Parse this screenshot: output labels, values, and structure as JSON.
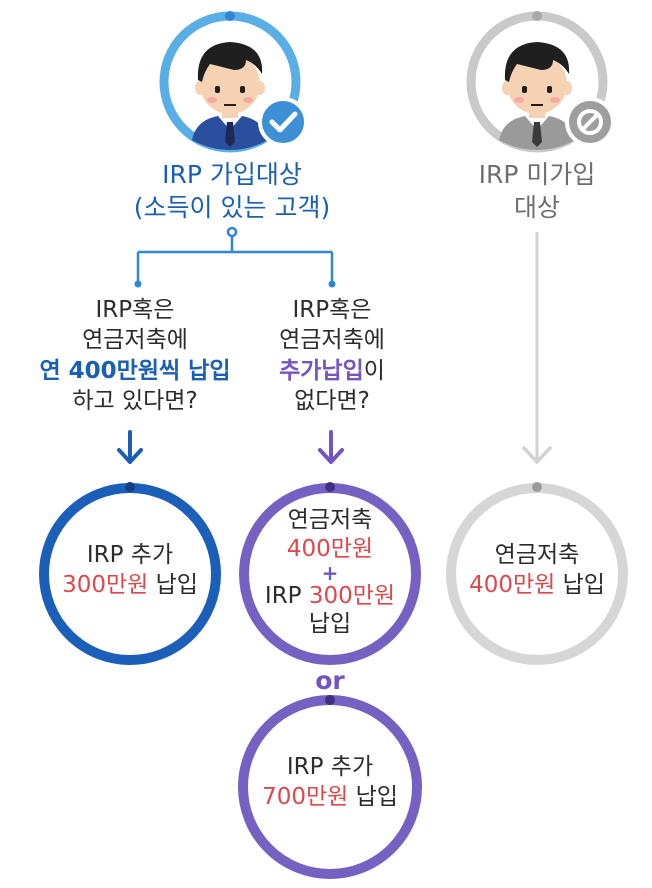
{
  "colors": {
    "blue": "#1a5fb4",
    "light_blue": "#5aaee6",
    "purple": "#7455c0",
    "gray": "#c9c9c9",
    "red": "#e0474c"
  },
  "eligible": {
    "title_line1": "IRP 가입대상",
    "title_line2": "(소득이 있는 고객)",
    "badge_icon": "check-icon"
  },
  "ineligible": {
    "title_line1": "IRP 미가입",
    "title_line2": "대상",
    "badge_icon": "prohibited-icon"
  },
  "branch_left": {
    "line1": "IRP혹은",
    "line2": "연금저축에",
    "line3": "연 400만원씩 납입",
    "line4": "하고 있다면?"
  },
  "branch_middle": {
    "line1": "IRP혹은",
    "line2": "연금저축에",
    "line3_highlight": "추가납입",
    "line3_rest": "이",
    "line4": "없다면?"
  },
  "result_left": {
    "line1": "IRP 추가",
    "amount": "300만원",
    "suffix": " 납입"
  },
  "result_middle": {
    "line1": "연금저축",
    "amount1": "400만원",
    "plus": "+",
    "line3_prefix": "IRP ",
    "amount2": "300만원",
    "line4": "납입"
  },
  "or_label": "or",
  "result_alt": {
    "line1": "IRP 추가",
    "amount": "700만원",
    "suffix": " 납입"
  },
  "result_right": {
    "line1": "연금저축",
    "amount": "400만원",
    "suffix": " 납입"
  }
}
